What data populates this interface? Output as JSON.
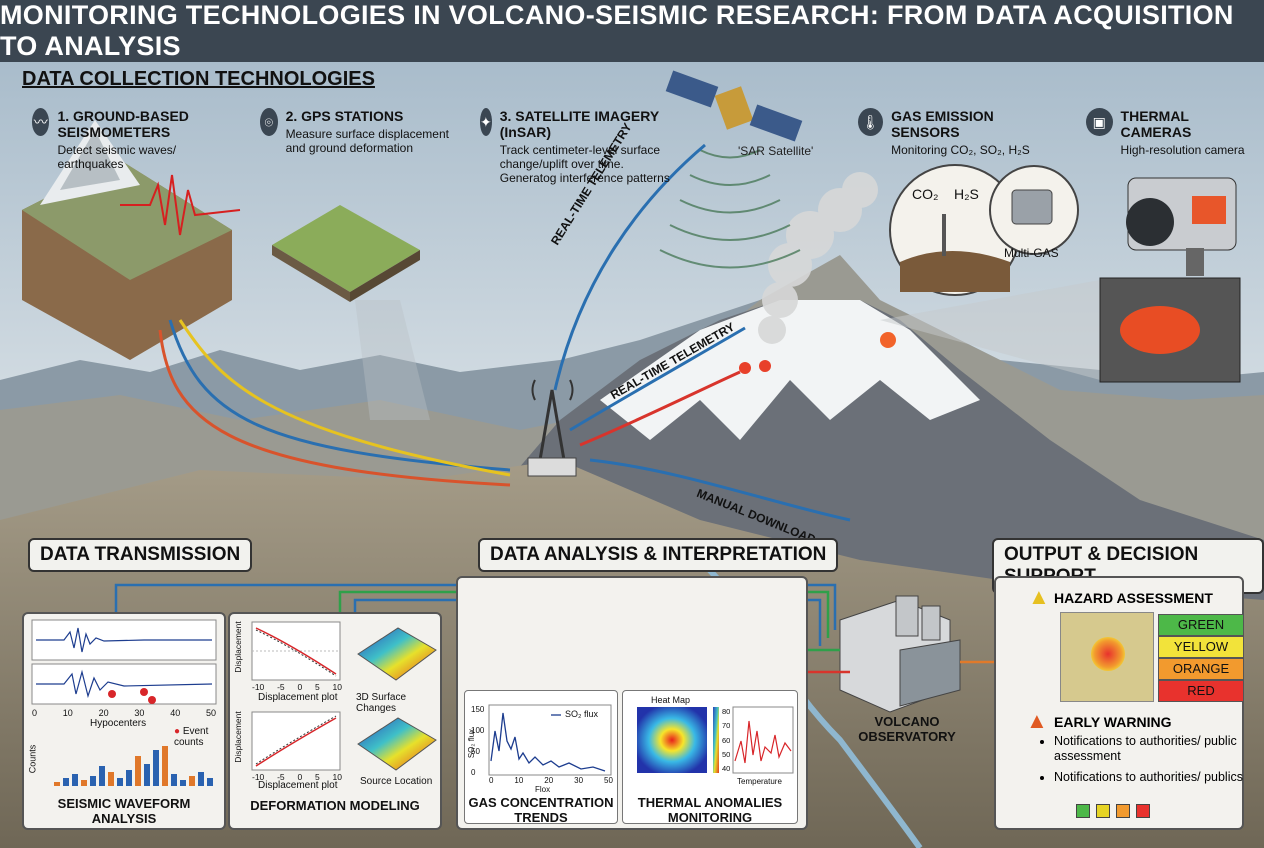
{
  "title": "MONITORING TECHNOLOGIES IN VOLCANO-SEISMIC RESEARCH: FROM DATA ACQUISITION TO ANALYSIS",
  "data_collection": {
    "heading": "DATA COLLECTION TECHNOLOGIES",
    "items": [
      {
        "title": "1. GROUND-BASED SEISMOMETERS",
        "desc": "Detect seismic waves/ earthquakes",
        "icon": "waveform-icon"
      },
      {
        "title": "2. GPS STATIONS",
        "desc": "Measure surface displacement and ground deformation",
        "icon": "location-pin-icon"
      },
      {
        "title": "3. SATELLITE IMAGERY (InSAR)",
        "desc": "Track centimeter-level surface change/uplift over time. Generatog interference patterns",
        "icon": "satellite-icon"
      },
      {
        "title": "GAS EMISSION SENSORS",
        "desc": "Monitoring CO₂, SO₂, H₂S",
        "icon": "thermometer-icon"
      },
      {
        "title": "THERMAL CAMERAS",
        "desc": "High-resolution camera",
        "icon": "camera-icon"
      }
    ]
  },
  "scene_labels": {
    "sar_satellite": "'SAR Satellite'",
    "telemetry_1": "REAL-TIME TELEMETRY",
    "telemetry_2": "REAL-TIME TELEMETRY",
    "manual_download": "MANUAL DOWNLOAD",
    "co2": "CO₂",
    "h2s": "H₂S",
    "multigas": "Multi-GAS",
    "observatory": "VOLCANO OBSERVATORY"
  },
  "transmission": {
    "heading": "DATA TRANSMISSION",
    "seismic": {
      "hypocenters": "Hypocenters",
      "event_counts": "Event counts",
      "counts_axis": "Counts",
      "x_ticks": [
        "0",
        "10",
        "20",
        "30",
        "40",
        "50"
      ],
      "caption": "SEISMIC WAVEFORM ANALYSIS"
    },
    "deformation": {
      "plot1_label": "Displacement plot",
      "plot2_label": "Displacement plot",
      "surface_label": "3D Surface Changes",
      "source_label": "Source Location",
      "y_axis": "Displacement",
      "x_ticks": [
        "-10",
        "-5",
        "0",
        "5",
        "10"
      ],
      "caption": "DEFORMATION MODELING"
    }
  },
  "analysis": {
    "heading": "DATA ANALYSIS & INTERPRETATION",
    "gas": {
      "legend": "SO₂ flux",
      "y_axis": "SO₂ flux",
      "x_axis": "Flox",
      "y_ticks": [
        "150",
        "100",
        "50",
        "0"
      ],
      "x_ticks": [
        "0",
        "10",
        "20",
        "30",
        "50"
      ],
      "caption": "GAS CONCENTRATION TRENDS"
    },
    "thermal": {
      "heat_title": "Heat Map",
      "temp_label": "Temperature",
      "scale_label": "Temperature",
      "scale_ticks": [
        "80",
        "70",
        "60",
        "50",
        "40"
      ],
      "caption": "THERMAL ANOMALIES MONITORING"
    }
  },
  "output": {
    "heading": "OUTPUT & DECISION SUPPORT",
    "hazard_title": "HAZARD ASSESSMENT",
    "levels": [
      {
        "label": "GREEN",
        "color": "#4db848"
      },
      {
        "label": "YELLOW",
        "color": "#f2e33a"
      },
      {
        "label": "ORANGE",
        "color": "#f29a2e"
      },
      {
        "label": "RED",
        "color": "#e8322d"
      }
    ],
    "warning_title": "EARLY WARNING",
    "warnings": [
      "Notifications to authorities/ public assessment",
      "Notifications to authorities/ publics"
    ],
    "swatches": [
      "#4db848",
      "#e6d424",
      "#f29a2e",
      "#e8322d"
    ]
  }
}
